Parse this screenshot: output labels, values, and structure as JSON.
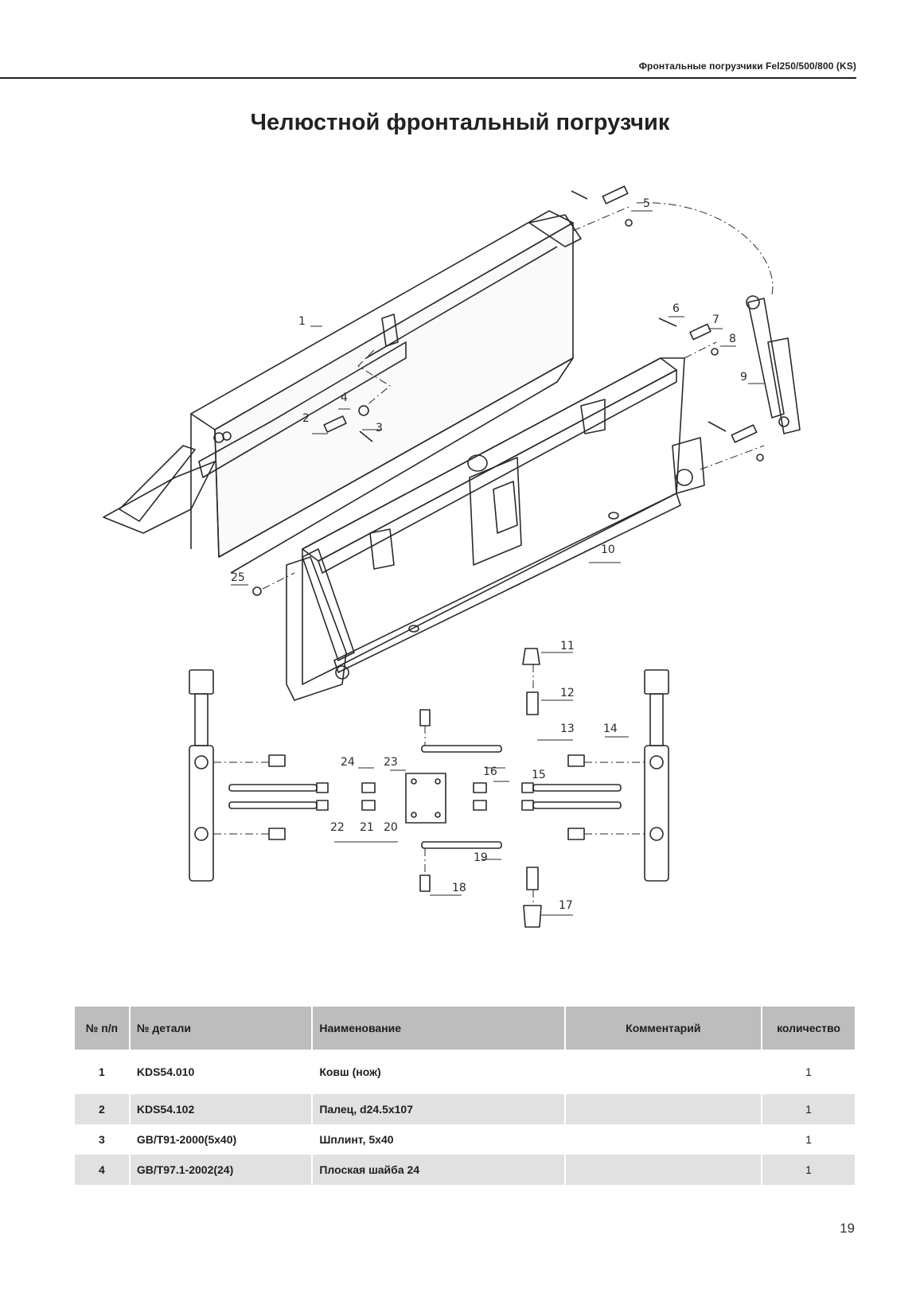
{
  "header": {
    "text": "Фронтальные погрузчики Fel250/500/800 (KS)"
  },
  "title": "Челюстной фронтальный погрузчик",
  "callouts": [
    "1",
    "2",
    "3",
    "4",
    "5",
    "6",
    "7",
    "8",
    "9",
    "10",
    "11",
    "12",
    "13",
    "14",
    "15",
    "16",
    "17",
    "18",
    "19",
    "20",
    "21",
    "22",
    "23",
    "24",
    "25"
  ],
  "table": {
    "headers": {
      "num": "№ п/п",
      "code": "№ детали",
      "name": "Наименование",
      "comment": "Комментарий",
      "qty": "количество"
    },
    "rows": [
      {
        "num": "1",
        "code": "KDS54.010",
        "name": "Ковш (нож)",
        "comment": "",
        "qty": "1"
      },
      {
        "num": "2",
        "code": "KDS54.102",
        "name": "Палец, d24.5x107",
        "comment": "",
        "qty": "1"
      },
      {
        "num": "3",
        "code": "GB/T91-2000(5x40)",
        "name": "Шплинт, 5x40",
        "comment": "",
        "qty": "1"
      },
      {
        "num": "4",
        "code": "GB/T97.1-2002(24)",
        "name": "Плоская шайба 24",
        "comment": "",
        "qty": "1"
      }
    ]
  },
  "page_number": "19"
}
